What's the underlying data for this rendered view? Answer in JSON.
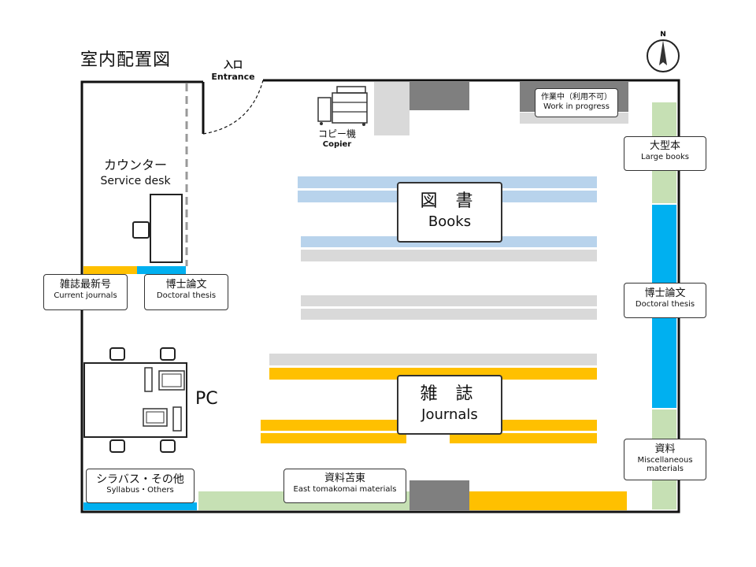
{
  "title": "室内配置図",
  "compass": {
    "north_label": "N"
  },
  "entrance": {
    "ja": "入口",
    "en": "Entrance"
  },
  "counter": {
    "ja": "カウンター",
    "en": "Service desk"
  },
  "copier": {
    "ja": "コピー機",
    "en": "Copier"
  },
  "books": {
    "ja": "図 書",
    "en": "Books"
  },
  "journals": {
    "ja": "雑 誌",
    "en": "Journals"
  },
  "work": {
    "ja": "作業中（利用不可）",
    "en": "Work in progress"
  },
  "large_books": {
    "ja": "大型本",
    "en": "Large books"
  },
  "doctoral_right": {
    "ja": "博士論文",
    "en": "Doctoral thesis"
  },
  "misc": {
    "ja": "資料",
    "en1": "Miscellaneous",
    "en2": "materials"
  },
  "current_journals": {
    "ja": "雑誌最新号",
    "en": "Current journals"
  },
  "doctoral_left": {
    "ja": "博士論文",
    "en": "Doctoral thesis"
  },
  "pc": {
    "label": "PC"
  },
  "syllabus": {
    "ja": "シラバス・その他",
    "en": "Syllabus・Others"
  },
  "tomakomai": {
    "ja": "資料苫東",
    "en": "East tomakomai materials"
  },
  "colors": {
    "books_shelf": "#b8d3ec",
    "doctoral_shelf": "#00b0f0",
    "journal_shelf": "#ffc000",
    "misc_shelf": "#c6e0b4",
    "unavailable_shelf": "#d9d9d9",
    "dark_block": "#7f7f7f"
  }
}
